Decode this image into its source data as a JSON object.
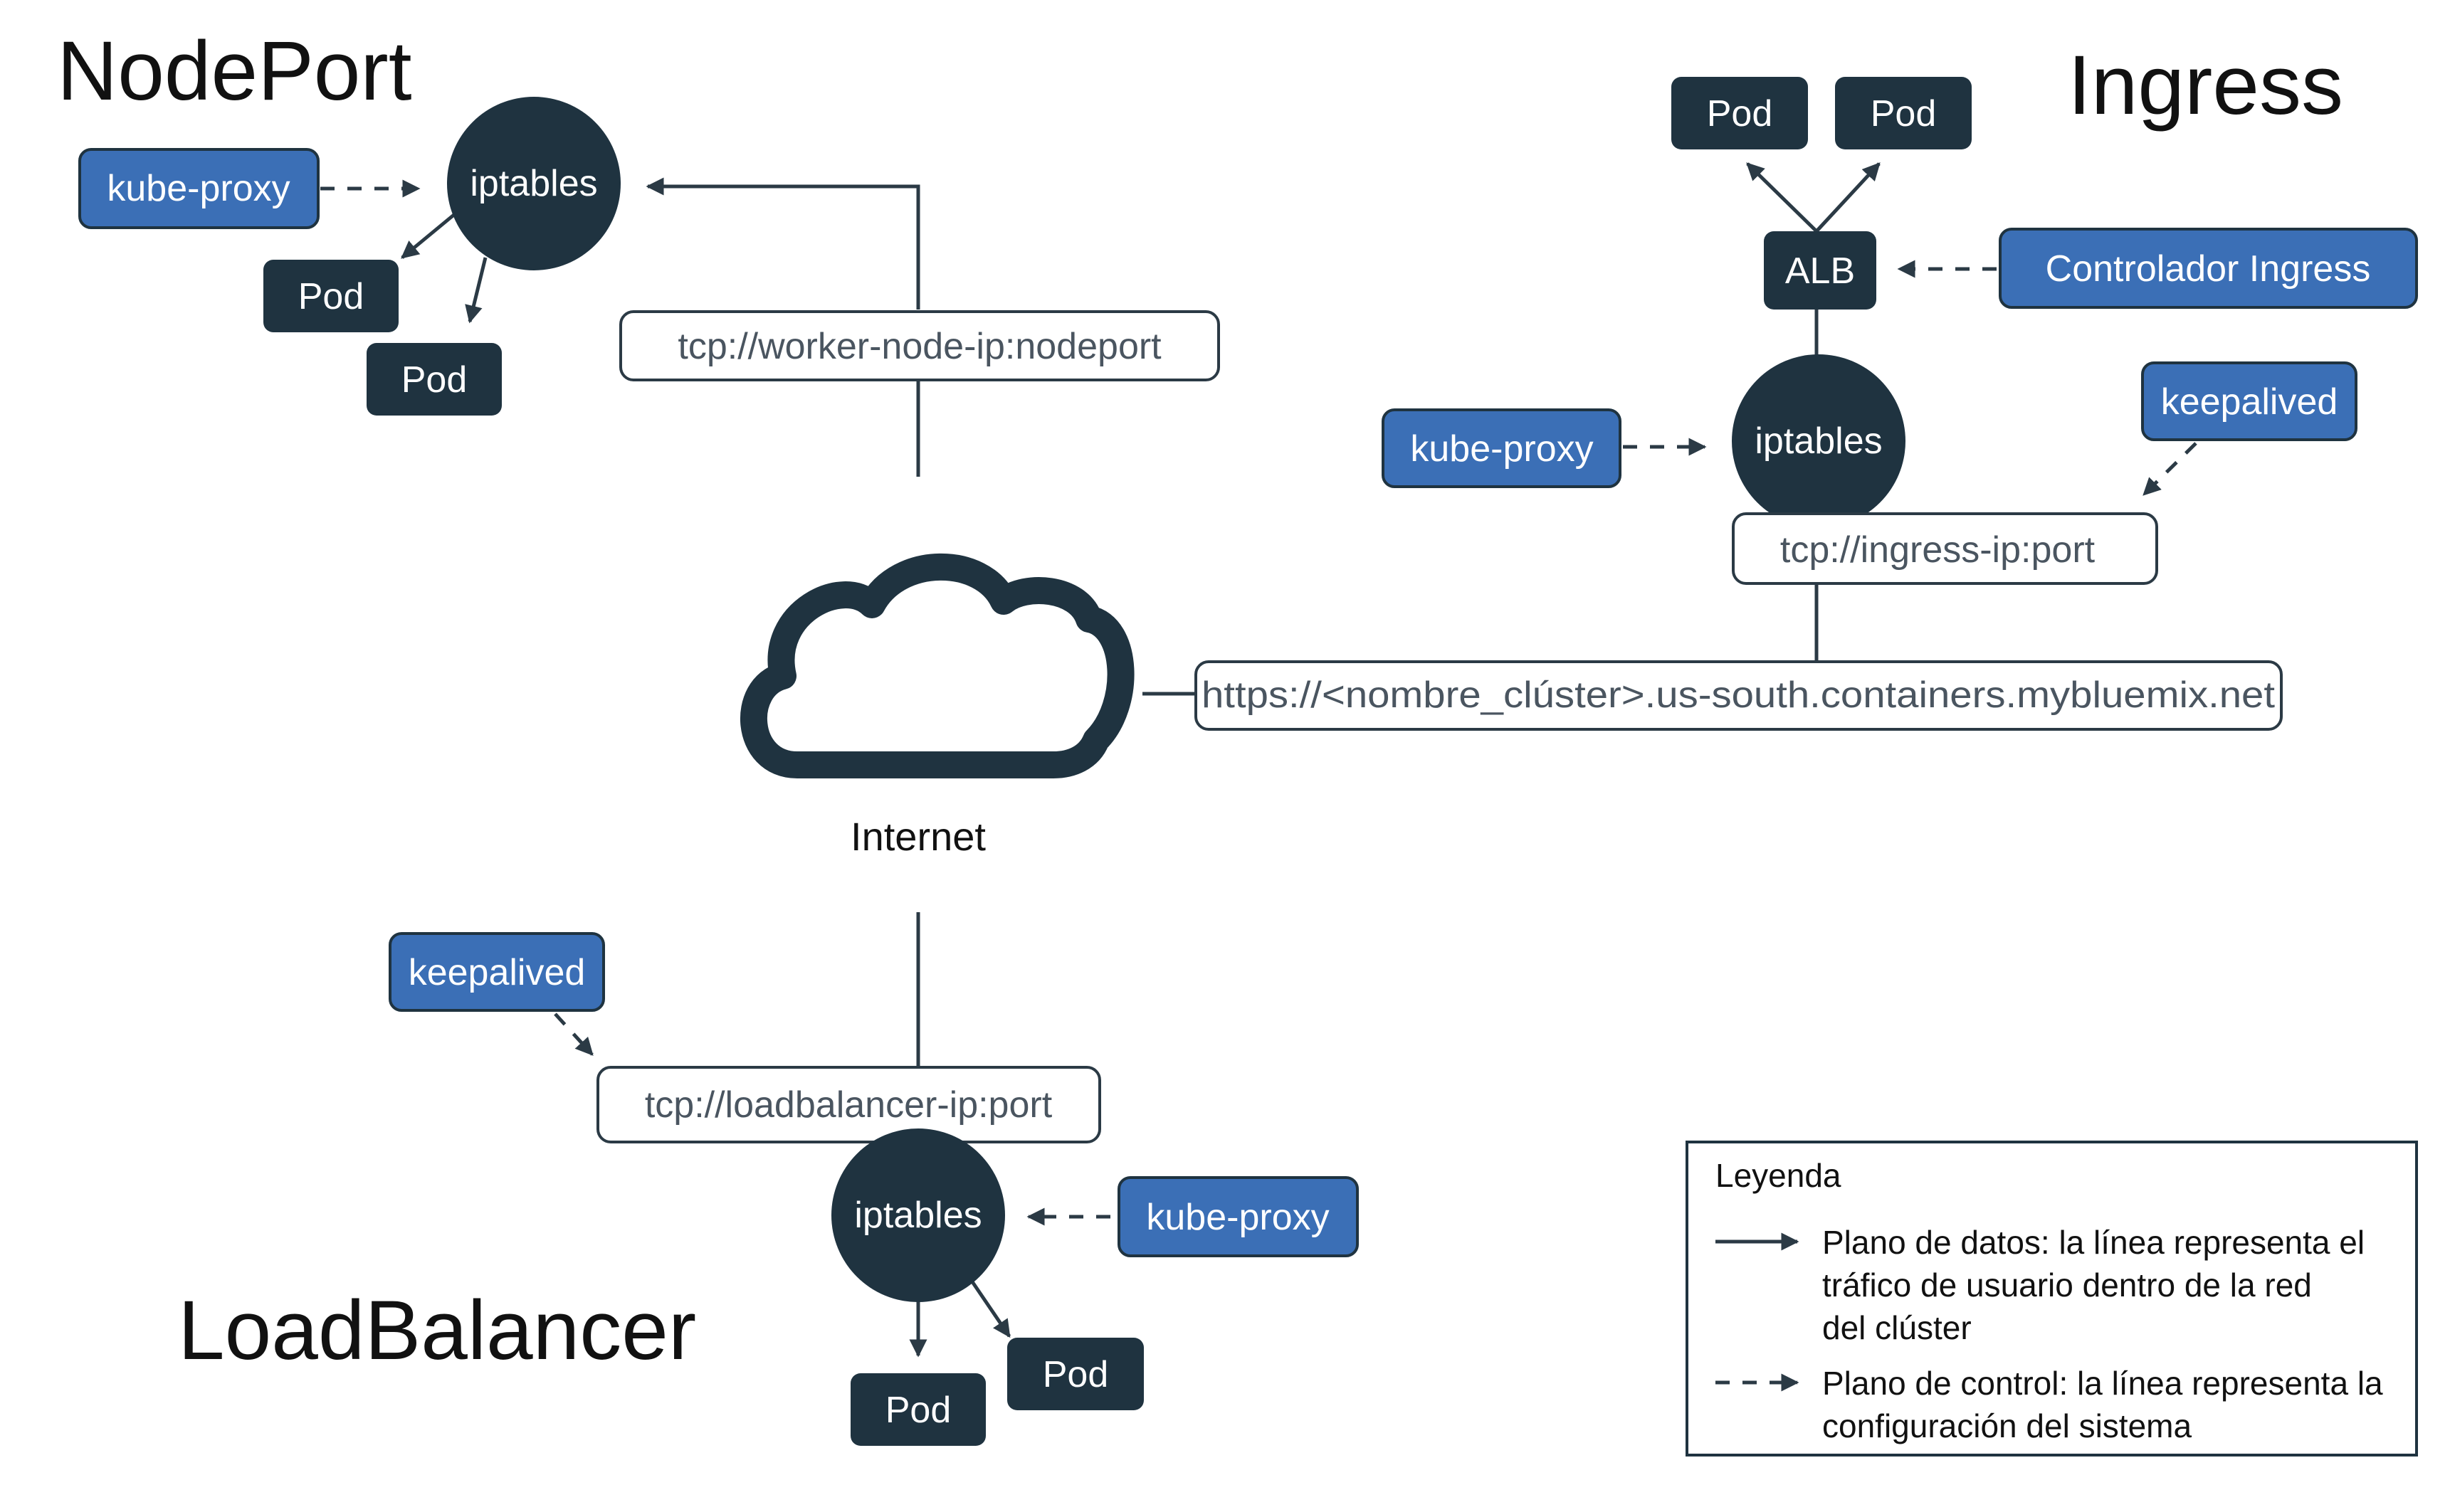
{
  "titles": {
    "nodeport": "NodePort",
    "ingress": "Ingress",
    "loadbalancer": "LoadBalancer"
  },
  "internet": {
    "label": "Internet",
    "icon": "cloud-icon"
  },
  "nodeport": {
    "kube_proxy": "kube-proxy",
    "iptables": "iptables",
    "pod_1": "Pod",
    "pod_2": "Pod",
    "url": "tcp://worker-node-ip:nodeport"
  },
  "ingress": {
    "pod_1": "Pod",
    "pod_2": "Pod",
    "alb": "ALB",
    "controller": "Controlador Ingress",
    "kube_proxy": "kube-proxy",
    "iptables": "iptables",
    "keepalived": "keepalived",
    "url": "tcp://ingress-ip:port",
    "public_url": "https://<nombre_clúster>.us-south.containers.mybluemix.net"
  },
  "loadbalancer": {
    "keepalived": "keepalived",
    "url": "tcp://loadbalancer-ip:port",
    "iptables": "iptables",
    "kube_proxy": "kube-proxy",
    "pod_1": "Pod",
    "pod_2": "Pod"
  },
  "legend": {
    "title": "Leyenda",
    "data_plane": [
      "Plano de datos: la línea representa el",
      "tráfico de usuario dentro de la red",
      "del clúster"
    ],
    "control_plane": [
      "Plano de control: la línea representa la",
      "configuración del sistema"
    ]
  },
  "colors": {
    "dark": "#1f3340",
    "blue": "#3b6fb6",
    "line": "#2b3a45",
    "url_border": "#2b3a45"
  }
}
